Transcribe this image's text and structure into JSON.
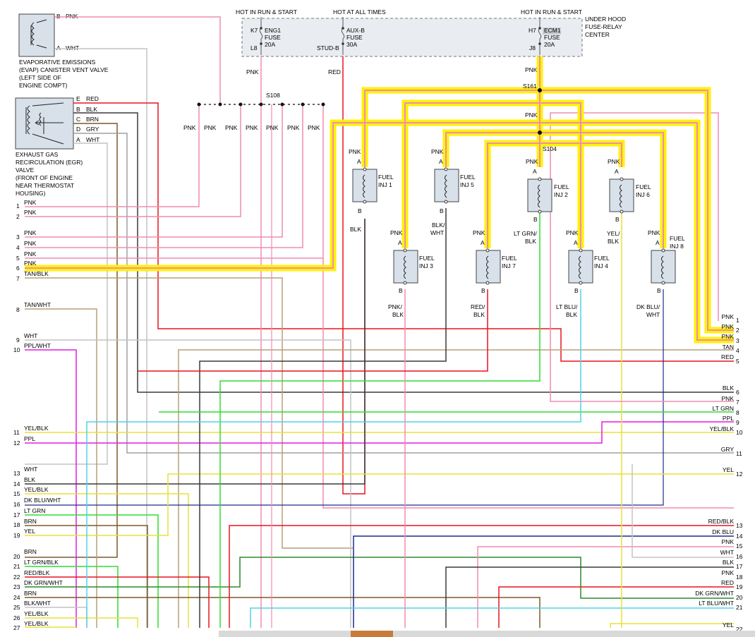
{
  "fuse_box": {
    "hot_run_start_1": "HOT IN RUN & START",
    "hot_all_times": "HOT AT ALL TIMES",
    "hot_run_start_2": "HOT IN RUN & START",
    "title_lines": [
      "UNDER HOOD",
      "FUSE-RELAY",
      "CENTER"
    ],
    "fuses": [
      {
        "top_pin": "K7",
        "bottom_pin": "L8",
        "lines": [
          "ENG1",
          "FUSE",
          "20A"
        ]
      },
      {
        "top_pin": "",
        "bottom_pin": "STUD-B",
        "lines": [
          "AUX-B",
          "FUSE",
          "30A"
        ]
      },
      {
        "top_pin": "H7",
        "bottom_pin": "J8",
        "lines": [
          "ECM1",
          "FUSE",
          "20A"
        ]
      }
    ],
    "wires_below": [
      "PNK",
      "RED",
      "PNK"
    ]
  },
  "evap": {
    "pins": [
      {
        "letter": "B",
        "color": "PNK"
      },
      {
        "letter": "A",
        "color": "WHT"
      }
    ],
    "caption": [
      "EVAPORATIVE EMISSIONS",
      "(EVAP) CANISTER VENT VALVE",
      "(LEFT SIDE OF",
      "ENGINE COMPT)"
    ]
  },
  "egr": {
    "pins": [
      {
        "letter": "E",
        "color": "RED"
      },
      {
        "letter": "B",
        "color": "BLK"
      },
      {
        "letter": "C",
        "color": "BRN"
      },
      {
        "letter": "D",
        "color": "GRY"
      },
      {
        "letter": "A",
        "color": "WHT"
      }
    ],
    "caption": [
      "EXHAUST GAS",
      "RECIRCULATION (EGR)",
      "VALVE",
      "(FRONT OF ENGINE",
      "NEAR THERMOSTAT",
      "HOUSING)"
    ]
  },
  "splices": {
    "s108": "S108",
    "s161": "S161",
    "s104": "S104",
    "drop_label": "PNK",
    "pnk": "PNK"
  },
  "injectors": [
    {
      "name": [
        "FUEL",
        "INJ 1"
      ],
      "top_wire": "PNK",
      "bottom_wire": [
        "BLK"
      ]
    },
    {
      "name": [
        "FUEL",
        "INJ 5"
      ],
      "top_wire": "PNK",
      "bottom_wire": [
        "BLK/",
        "WHT"
      ]
    },
    {
      "name": [
        "FUEL",
        "INJ 2"
      ],
      "top_wire": "PNK",
      "bottom_wire": [
        "LT GRN/",
        "BLK"
      ]
    },
    {
      "name": [
        "FUEL",
        "INJ 6"
      ],
      "top_wire": "PNK",
      "bottom_wire": [
        "YEL/",
        "BLK"
      ]
    },
    {
      "name": [
        "FUEL",
        "INJ 3"
      ],
      "top_wire": "PNK",
      "bottom_wire": [
        "PNK/",
        "BLK"
      ]
    },
    {
      "name": [
        "FUEL",
        "INJ 7"
      ],
      "top_wire": "PNK",
      "bottom_wire": [
        "RED/",
        "BLK"
      ]
    },
    {
      "name": [
        "FUEL",
        "INJ 4"
      ],
      "top_wire": "PNK",
      "bottom_wire": [
        "LT BLU/",
        "BLK"
      ]
    },
    {
      "name": [
        "FUEL",
        "INJ 8"
      ],
      "top_wire": "PNK",
      "bottom_wire": [
        "DK BLU/",
        "WHT"
      ]
    }
  ],
  "pin_labels": {
    "a": "A",
    "b": "B"
  },
  "left_connector": [
    {
      "pin": "1",
      "color": "PNK"
    },
    {
      "pin": "2",
      "color": "PNK"
    },
    {
      "pin": "3",
      "color": "PNK"
    },
    {
      "pin": "4",
      "color": "PNK"
    },
    {
      "pin": "5",
      "color": "PNK"
    },
    {
      "pin": "6",
      "color": "PNK"
    },
    {
      "pin": "7",
      "color": "TAN/BLK"
    },
    {
      "pin": "8",
      "color": "TAN/WHT"
    },
    {
      "pin": "9",
      "color": "WHT"
    },
    {
      "pin": "10",
      "color": "PPL/WHT"
    },
    {
      "pin": "11",
      "color": "YEL/BLK"
    },
    {
      "pin": "12",
      "color": "PPL"
    },
    {
      "pin": "13",
      "color": "WHT"
    },
    {
      "pin": "14",
      "color": "BLK"
    },
    {
      "pin": "15",
      "color": "YEL/BLK"
    },
    {
      "pin": "16",
      "color": "DK BLU/WHT"
    },
    {
      "pin": "17",
      "color": "LT GRN"
    },
    {
      "pin": "18",
      "color": "BRN"
    },
    {
      "pin": "19",
      "color": "YEL"
    },
    {
      "pin": "20",
      "color": "BRN"
    },
    {
      "pin": "21",
      "color": "LT GRN/BLK"
    },
    {
      "pin": "22",
      "color": "RED/BLK"
    },
    {
      "pin": "23",
      "color": "DK GRN/WHT"
    },
    {
      "pin": "24",
      "color": "BRN"
    },
    {
      "pin": "25",
      "color": "BLK/WHT"
    },
    {
      "pin": "26",
      "color": "YEL/BLK"
    },
    {
      "pin": "27",
      "color": "YEL/BLK"
    }
  ],
  "right_connector_upper": [
    {
      "pin": "1",
      "color": "PNK"
    },
    {
      "pin": "2",
      "color": "PNK"
    },
    {
      "pin": "3",
      "color": "PNK"
    },
    {
      "pin": "4",
      "color": "TAN"
    },
    {
      "pin": "5",
      "color": "RED"
    },
    {
      "pin": "6",
      "color": "BLK"
    },
    {
      "pin": "7",
      "color": "PNK"
    },
    {
      "pin": "8",
      "color": "LT GRN"
    },
    {
      "pin": "9",
      "color": "PPL"
    },
    {
      "pin": "10",
      "color": "YEL/BLK"
    },
    {
      "pin": "11",
      "color": "GRY"
    },
    {
      "pin": "12",
      "color": "YEL"
    }
  ],
  "right_connector_lower": [
    {
      "pin": "13",
      "color": "RED/BLK"
    },
    {
      "pin": "14",
      "color": "DK BLU"
    },
    {
      "pin": "15",
      "color": "PNK"
    },
    {
      "pin": "16",
      "color": "WHT"
    },
    {
      "pin": "17",
      "color": "BLK"
    },
    {
      "pin": "18",
      "color": "PNK"
    },
    {
      "pin": "19",
      "color": "RED"
    },
    {
      "pin": "20",
      "color": "DK GRN/WHT"
    },
    {
      "pin": "21",
      "color": "LT BLU/WHT"
    },
    {
      "pin": "22",
      "color": "YEL"
    }
  ],
  "colors": {
    "PNK": "#f08cb4",
    "RED": "#e8141e",
    "BLK": "#3a3a3a",
    "WHT": "#c4c4c4",
    "BRN": "#7a5a28",
    "TAN": "#b5a07c",
    "GRY": "#a0a0a0",
    "YEL": "#e8e03c",
    "LT GRN": "#32dc32",
    "DK GRN": "#2a8a2a",
    "PPL": "#e01ee0",
    "LT BLU": "#50d2e6",
    "DK BLU": "#1c2c8c",
    "highlight": "#fff200",
    "fuse_bg": "#e9edf1",
    "component_bg": "#d8e1ea"
  }
}
